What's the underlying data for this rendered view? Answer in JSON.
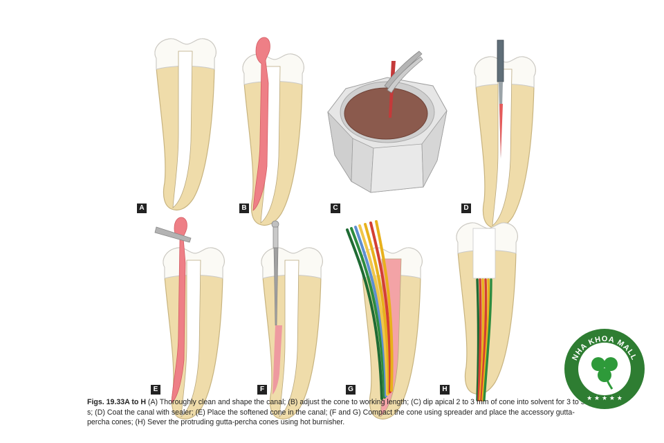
{
  "panels": [
    {
      "id": "A",
      "label": "A"
    },
    {
      "id": "B",
      "label": "B"
    },
    {
      "id": "C",
      "label": "C"
    },
    {
      "id": "D",
      "label": "D"
    },
    {
      "id": "E",
      "label": "E"
    },
    {
      "id": "F",
      "label": "F"
    },
    {
      "id": "G",
      "label": "G"
    },
    {
      "id": "H",
      "label": "H"
    }
  ],
  "caption": {
    "figure_ref": "Figs. 19.33A to H",
    "text": "(A) Thoroughly clean and shape the canal; (B) adjust the cone to working length; (C) dip apical 2 to 3 mm of cone into solvent for 3 to 5 s; (D) Coat the canal with sealer; (E) Place the softened cone in the canal; (F and G) Compact the cone using spreader and place the accessory gutta-percha cones; (H) Sever the protruding gutta-percha cones using hot burnisher."
  },
  "badge": {
    "text": "NHA KHOA MALL",
    "stars": "★ ★ ★ ★ ★",
    "colors": {
      "ring": "#2e7d32",
      "inner": "#ffffff",
      "leaf": "#2e9a3a"
    }
  },
  "colors": {
    "dentin": "#efdcaa",
    "crown": "#fbfaf5",
    "canal": "#ffffff",
    "gutta_percha": "#ee7f86",
    "solvent": "#8b5a4d",
    "instrument": "#9a9a9a",
    "accessory_cones": [
      "#1f6b34",
      "#2d8c3f",
      "#e8b11c",
      "#d33f32",
      "#5e8fd0",
      "#f0c64a"
    ]
  }
}
